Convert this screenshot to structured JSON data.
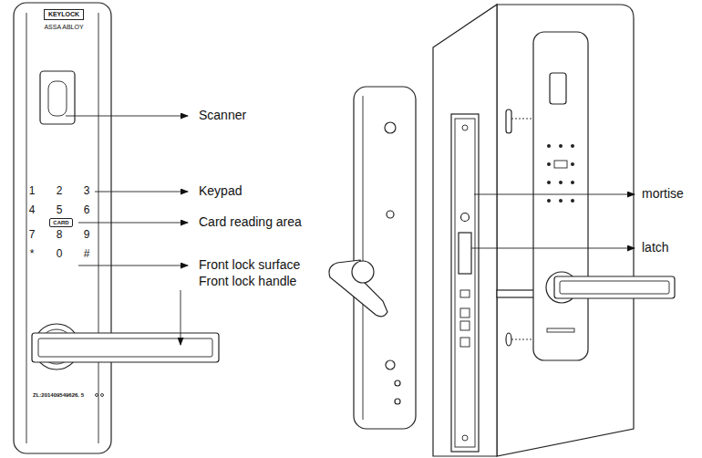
{
  "diagram": {
    "nodes": [
      {
        "text": [
          "KEYLOCK"
        ]
      },
      {
        "text": [
          "CARD"
        ]
      }
    ],
    "labels": [
      "ASSA ABLOY",
      "1",
      "2",
      "3",
      "4",
      "5",
      "6",
      "7",
      "8",
      "9",
      "*",
      "0",
      "#",
      "Scanner",
      "Keypad",
      "Card reading area",
      "Front lock surface",
      "Front lock handle",
      "ZL:201409549626. 5",
      "mortise",
      "latch"
    ]
  }
}
